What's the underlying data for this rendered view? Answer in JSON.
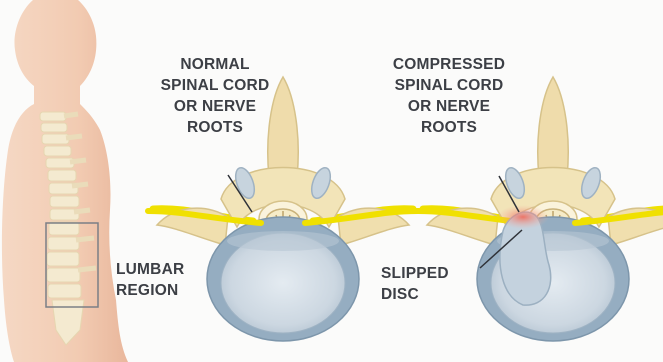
{
  "labels": {
    "normal": "NORMAL\nSPINAL CORD\nOR NERVE\nROOTS",
    "compressed": "COMPRESSED\nSPINAL CORD\nOR NERVE\nROOTS",
    "lumbar": "LUMBAR\nREGION",
    "slipped": "SLIPPED\nDISC"
  },
  "colors": {
    "skin": "#f3cfb6",
    "bone": "#f1e3b6",
    "nerve": "#f0e000",
    "disc_outer": "#8fa8bc",
    "disc_inner": "#d3dde6",
    "inflamed": "#f08a7a",
    "text": "#3c3f45"
  }
}
